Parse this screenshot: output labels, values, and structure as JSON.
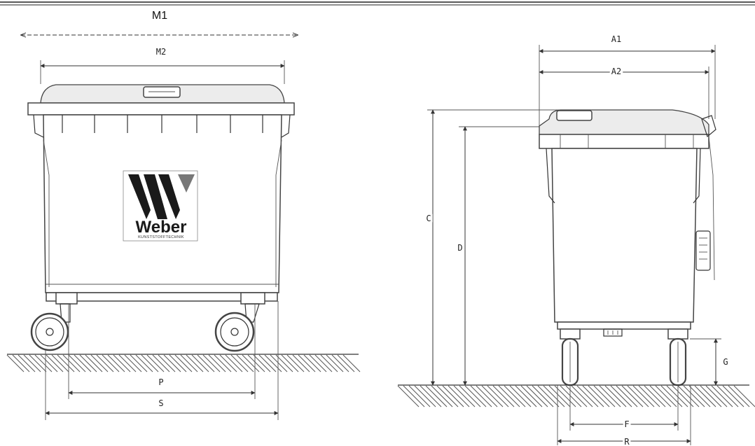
{
  "front_view": {
    "labels": {
      "m1": "M1",
      "m2": "M2",
      "p": "P",
      "s": "S"
    },
    "logo": {
      "brand": "Weber",
      "subtitle": "KUNSTSTOFFTECHNIK"
    }
  },
  "side_view": {
    "labels": {
      "a1": "A1",
      "a2": "A2",
      "c": "C",
      "d": "D",
      "g": "G",
      "f": "F",
      "r": "R"
    }
  }
}
